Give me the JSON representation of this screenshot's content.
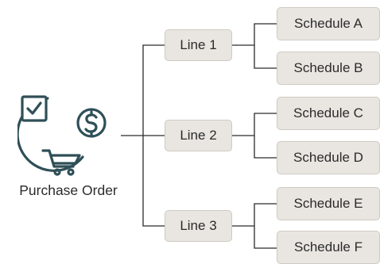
{
  "root": {
    "label": "Purchase Order",
    "icon": "purchase-order-icon"
  },
  "lines": [
    {
      "label": "Line 1",
      "schedules": [
        "Schedule A",
        "Schedule B"
      ]
    },
    {
      "label": "Line 2",
      "schedules": [
        "Schedule C",
        "Schedule D"
      ]
    },
    {
      "label": "Line 3",
      "schedules": [
        "Schedule E",
        "Schedule F"
      ]
    }
  ],
  "colors": {
    "connector": "#2b2b2b",
    "box_fill": "#e9e6e1",
    "box_border": "#cfcac2",
    "icon": "#2f4f57"
  }
}
